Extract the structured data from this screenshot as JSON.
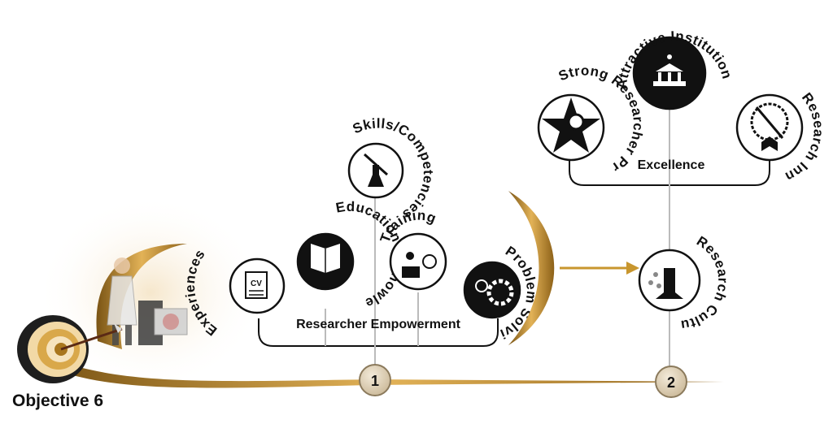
{
  "objective_label": "Objective 6",
  "stage_1": {
    "number": "1",
    "group_label": "Researcher Empowerment",
    "nodes": [
      {
        "label": "Experiences",
        "icon": "cv-document-icon"
      },
      {
        "label": "Education & Knowledge",
        "icon": "head-book-icon"
      },
      {
        "label": "Skills/Competencies",
        "icon": "syringe-flask-icon"
      },
      {
        "label": "Training",
        "icon": "lecturer-icon"
      },
      {
        "label": "Problem Solving",
        "icon": "lightbulb-gear-icon"
      }
    ]
  },
  "stage_2": {
    "number": "2",
    "group_label": "Excellence",
    "result_label": "Research Culture",
    "result_icon": "microscope-icon",
    "nodes": [
      {
        "label": "Strong Researcher Profile",
        "icon": "star-magnifier-icon"
      },
      {
        "label": "Attractive Institution",
        "icon": "institution-broadcast-icon"
      },
      {
        "label": "Research Innovation",
        "icon": "award-rosette-icon"
      }
    ]
  },
  "colors": {
    "gold": "#C8962E",
    "dark": "#111111",
    "badge": "#E6D9C3"
  }
}
